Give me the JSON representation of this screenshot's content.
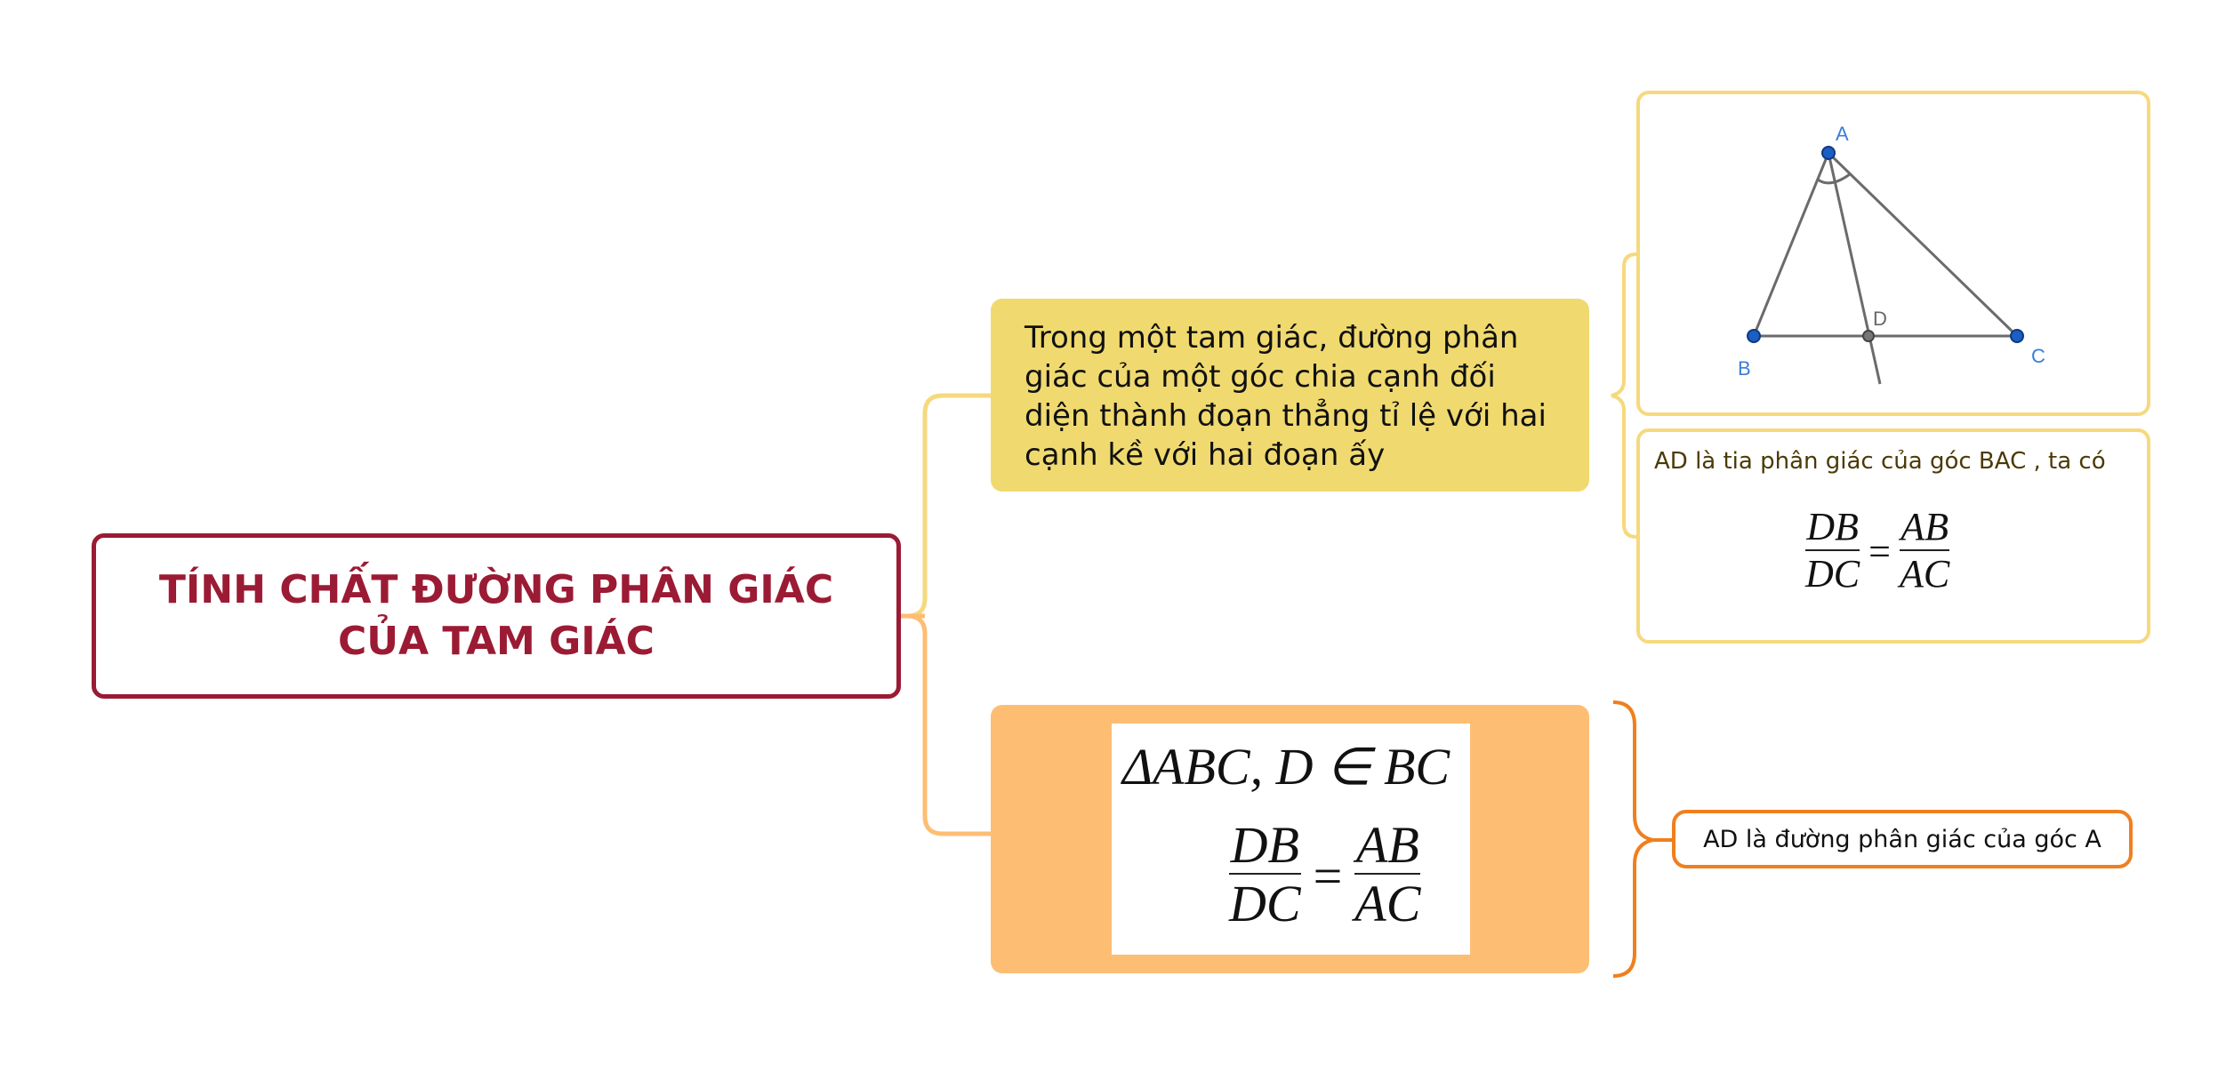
{
  "central": {
    "title": "TÍNH CHẤT ĐƯỜNG PHÂN GIÁC CỦA TAM GIÁC"
  },
  "branch_definition": {
    "text": "Trong một tam giác, đường phân giác của một góc chia cạnh đối diện thành đoạn thẳng tỉ lệ với hai cạnh kề với hai đoạn ấy"
  },
  "branch_formula": {
    "line1": "ΔABC, D ∈ BC",
    "numerator_left": "DB",
    "denominator_left": "DC",
    "equals": "=",
    "numerator_right": "AB",
    "denominator_right": "AC"
  },
  "figure": {
    "label_a": "A",
    "label_b": "B",
    "label_c": "C",
    "label_d": "D"
  },
  "note": {
    "text": "AD là tia phân giác của góc BAC , ta có",
    "numerator_left": "DB",
    "denominator_left": "DC",
    "equals": "=",
    "numerator_right": "AB",
    "denominator_right": "AC"
  },
  "converse": {
    "text": "AD là đường phân giác của góc A"
  },
  "colors": {
    "central_border": "#9b1b34",
    "yellow_branch": "#f0da70",
    "orange_branch": "#fdbe73",
    "orange_accent": "#f07f1e",
    "yellow_border": "#f6d97e"
  }
}
